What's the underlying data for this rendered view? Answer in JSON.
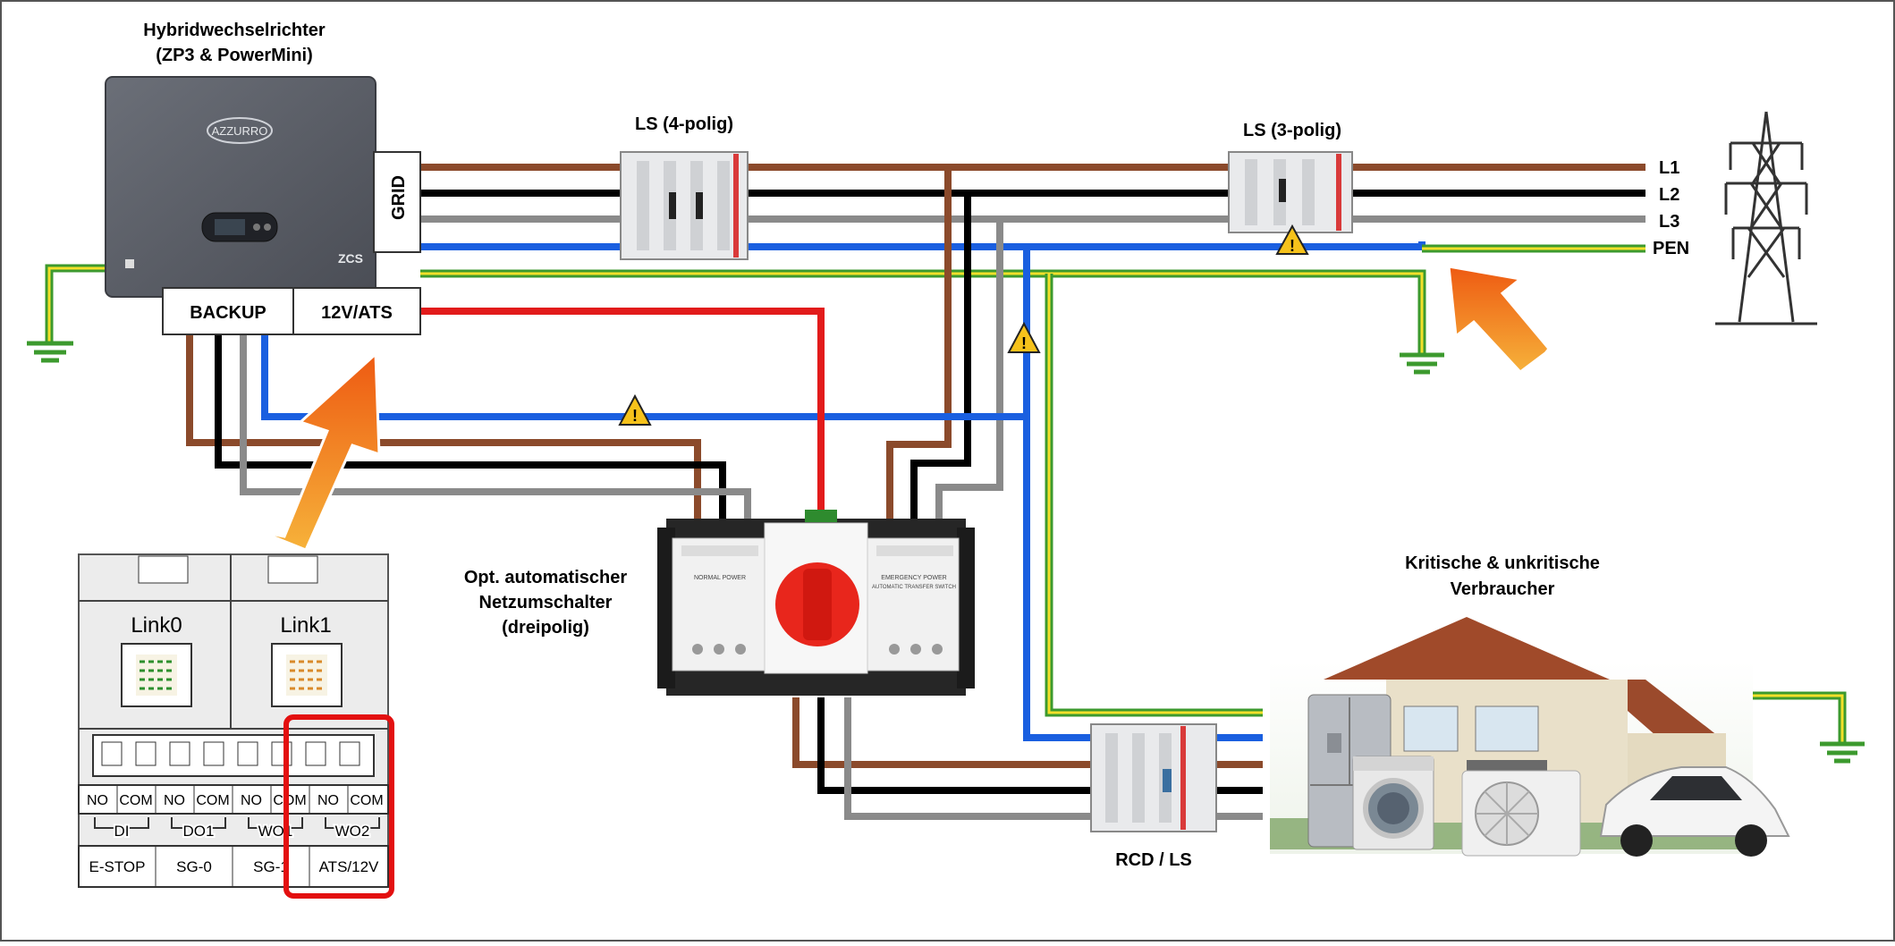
{
  "inverter": {
    "title_line1": "Hybridwechselrichter",
    "title_line2": "(ZP3 & PowerMini)",
    "brand": "AZZURRO",
    "maker": "ZCS",
    "port_grid": "GRID",
    "port_backup": "BACKUP",
    "port_ats": "12V/ATS"
  },
  "breakers": {
    "ls4_label": "LS (4-polig)",
    "ls3_label": "LS (3-polig)",
    "rcd_label": "RCD / LS"
  },
  "grid_lines": [
    "L1",
    "L2",
    "L3",
    "PEN"
  ],
  "ats": {
    "label_line1": "Opt. automatischer",
    "label_line2": "Netzumschalter",
    "label_line3": "(dreipolig)",
    "left_panel_title": "NORMAL POWER",
    "right_panel_title": "EMERGENCY POWER",
    "right_panel_sub": "AUTOMATIC TRANSFER SWITCH"
  },
  "consumers": {
    "label_line1": "Kritische & unkritische",
    "label_line2": "Verbraucher"
  },
  "terminal_panel": {
    "link_left": "Link0",
    "link_right": "Link1",
    "contacts": [
      "NO",
      "COM",
      "NO",
      "COM",
      "NO",
      "COM",
      "NO",
      "COM"
    ],
    "groups": [
      "DI",
      "DO1",
      "WO1",
      "WO2"
    ],
    "functions": [
      "E-STOP",
      "SG-0",
      "SG-1",
      "ATS/12V"
    ]
  },
  "colors": {
    "brown": "#8B4A2B",
    "black": "#000000",
    "grey": "#8A8A8A",
    "blue": "#1A5FE0",
    "red": "#E21B1B",
    "pe_green": "#3C9A2E",
    "pe_yellow": "#F4E02A",
    "arrow_orange": "#F07A1A",
    "highlight_red": "#E31010"
  }
}
